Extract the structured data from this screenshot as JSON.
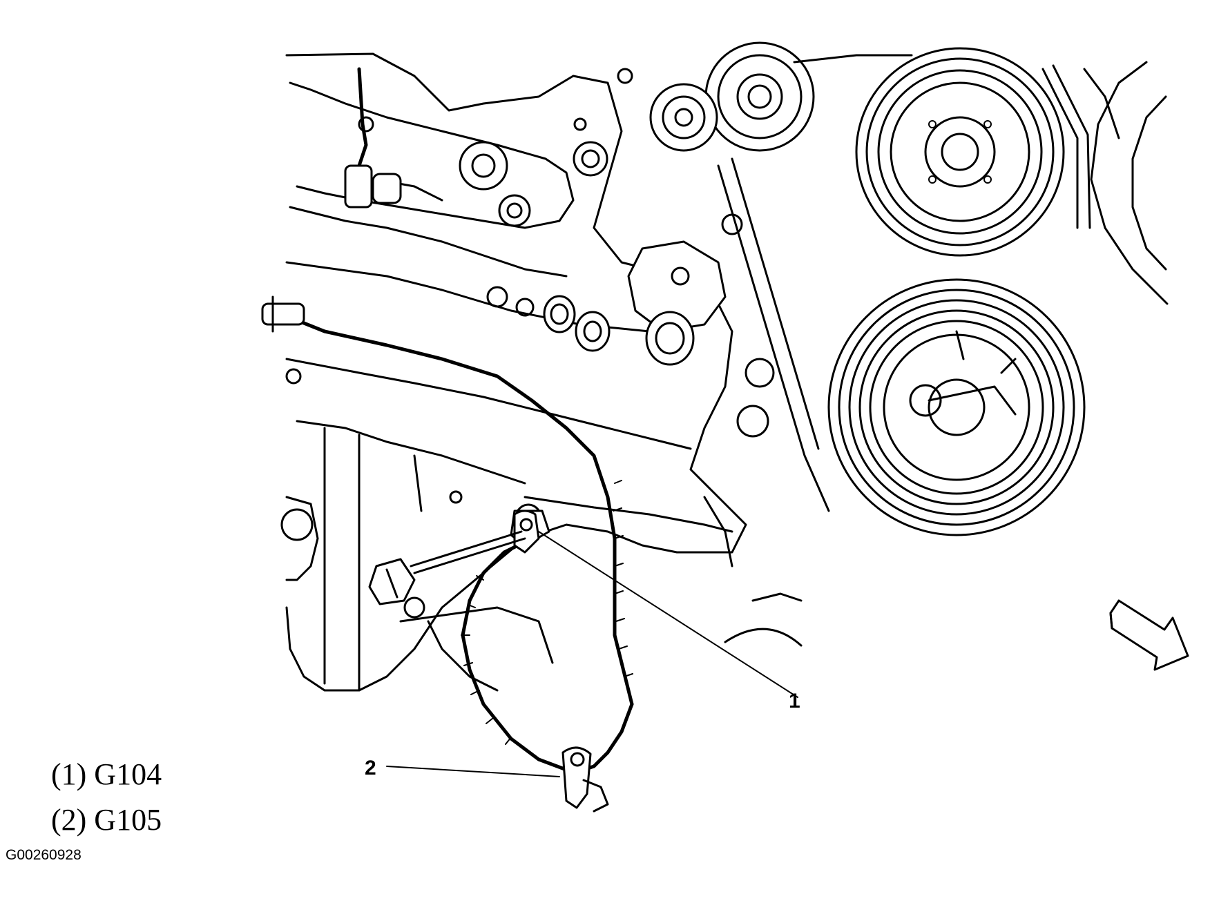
{
  "callouts": [
    {
      "number": "1",
      "code": "G104"
    },
    {
      "number": "2",
      "code": "G105"
    }
  ],
  "legend": [
    {
      "text": "(1) G104"
    },
    {
      "text": "(2) G105"
    }
  ],
  "figure_id": "G00260928"
}
